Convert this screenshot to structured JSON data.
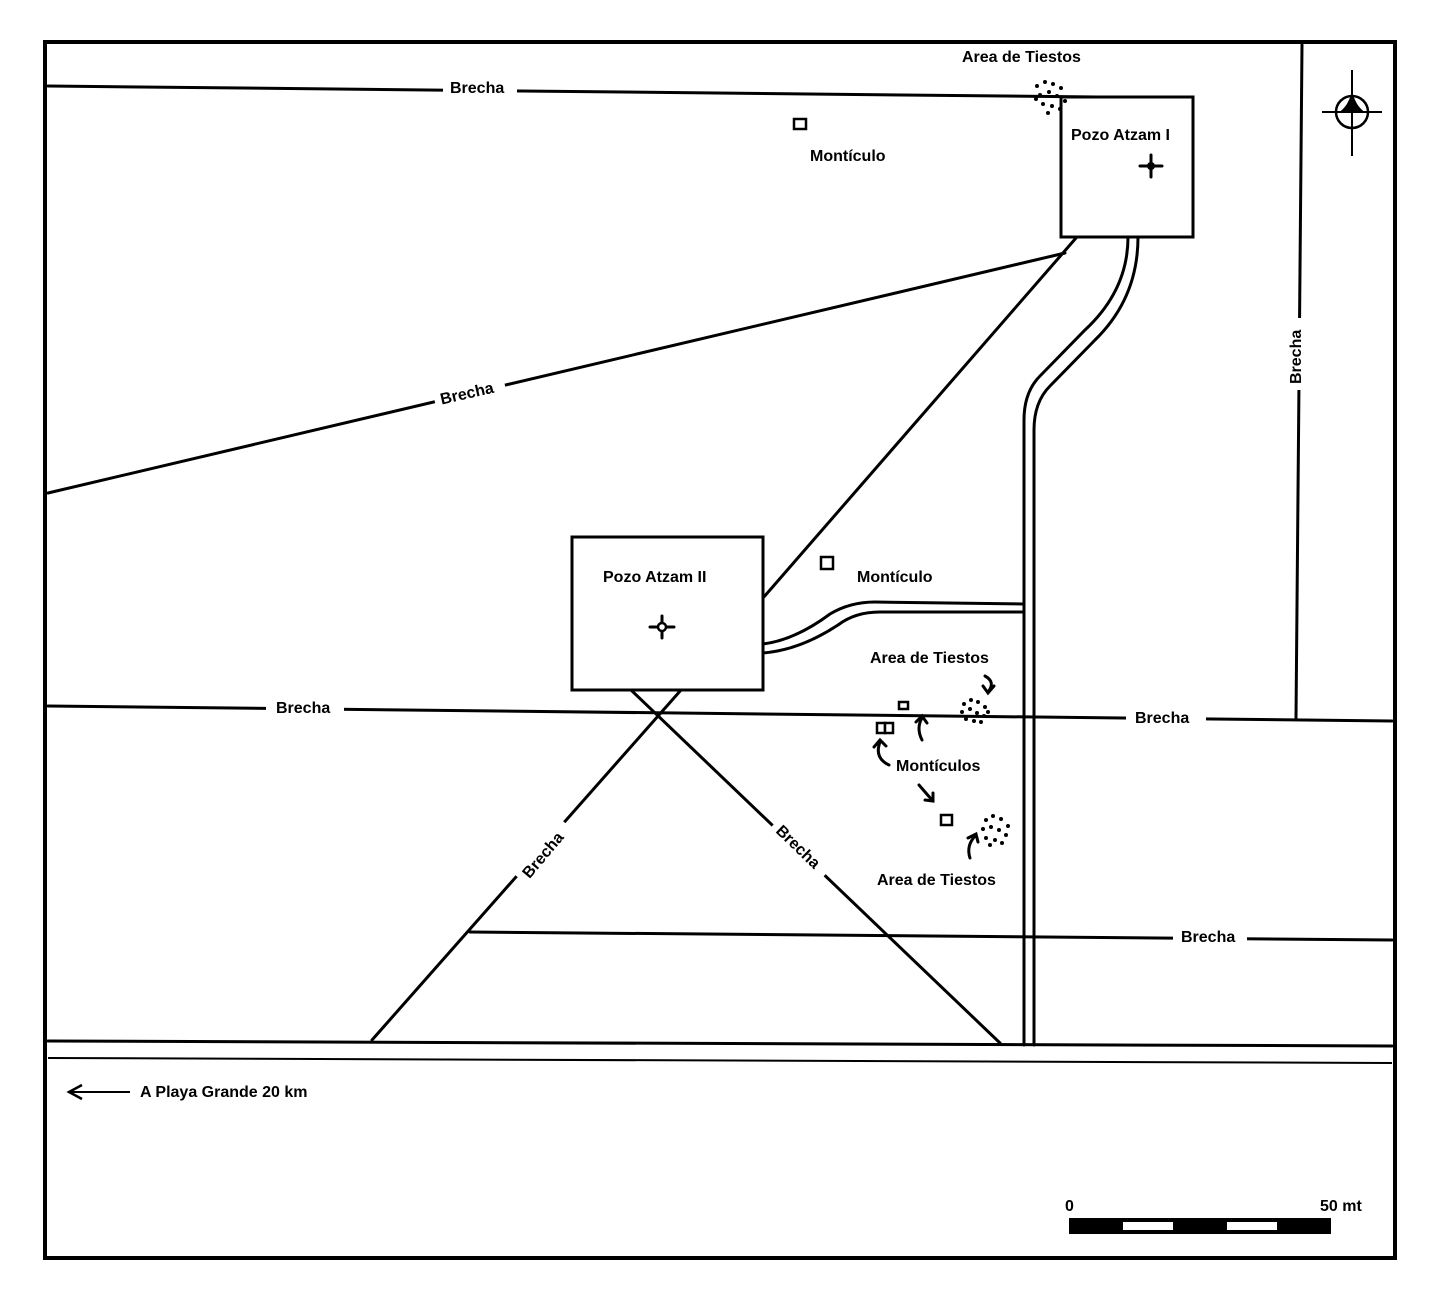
{
  "map": {
    "labels": {
      "brecha": "Brecha",
      "area_tiestos": "Area de Tiestos",
      "monticulo": "Montículo",
      "monticulos": "Montículos",
      "pozo_1": "Pozo Atzam I",
      "pozo_2": "Pozo Atzam II"
    },
    "direction": "A Playa Grande 20 km",
    "scale": {
      "start": "0",
      "end": "50 mt"
    }
  }
}
